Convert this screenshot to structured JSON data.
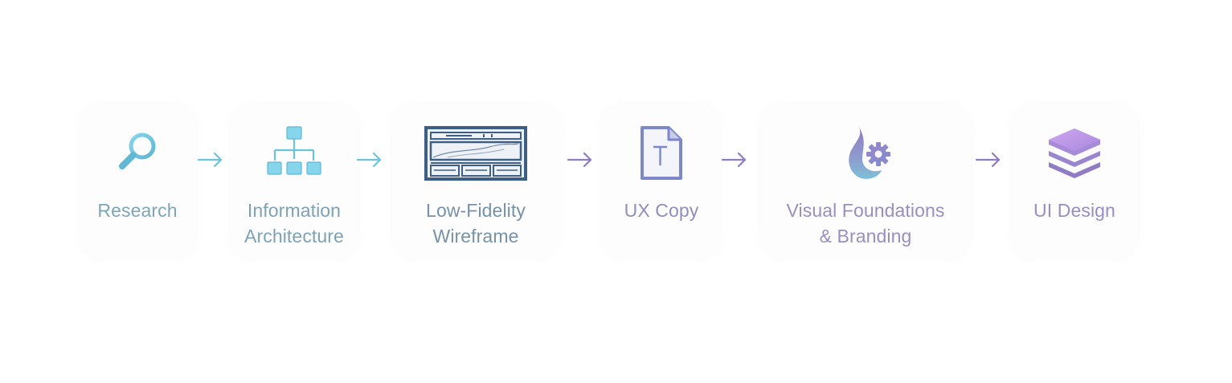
{
  "steps": [
    {
      "lines": [
        "Research"
      ],
      "icon": "magnifier-icon",
      "color": "#7fa6b4"
    },
    {
      "lines": [
        "Information",
        "Architecture"
      ],
      "icon": "sitemap-icon",
      "color": "#7ea2b3"
    },
    {
      "lines": [
        "Low-Fidelity",
        "Wireframe"
      ],
      "icon": "wireframe-icon",
      "color": "#7791a7"
    },
    {
      "lines": [
        "UX Copy"
      ],
      "icon": "text-document-icon",
      "color": "#8f8fbc"
    },
    {
      "lines": [
        "Visual Foundations",
        "& Branding"
      ],
      "icon": "drop-gear-icon",
      "color": "#9a8fbc"
    },
    {
      "lines": [
        "UI Design"
      ],
      "icon": "layers-icon",
      "color": "#9a8ec0"
    }
  ],
  "colors": {
    "teal": "#6cc4dc",
    "teal_fill": "#86d5eb",
    "navy": "#3d5f86",
    "indigo": "#7d88c8",
    "purple": "#8f7cc4",
    "lavender": "#c8a2ea"
  }
}
